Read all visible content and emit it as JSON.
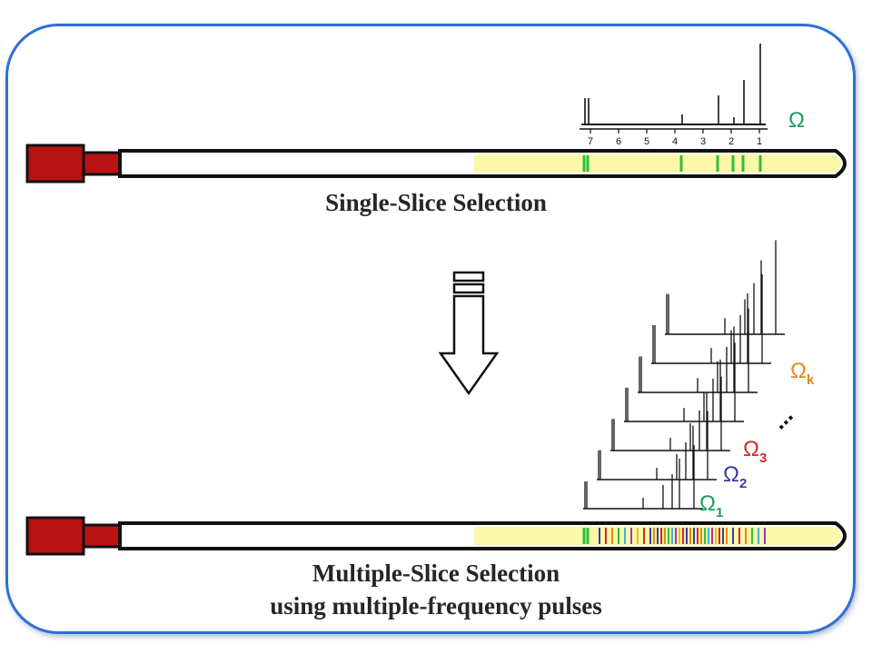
{
  "captions": {
    "single": "Single-Slice Selection",
    "multi_line1": "Multiple-Slice Selection",
    "multi_line2": "using multiple-frequency pulses"
  },
  "spectrum_top": {
    "axis_ticks": [
      "7",
      "6",
      "5",
      "4",
      "3",
      "2",
      "1"
    ],
    "omega": "Ω"
  },
  "omegas": [
    {
      "symbol": "Ω",
      "sub": "1",
      "color": "#1a9e5a"
    },
    {
      "symbol": "Ω",
      "sub": "2",
      "color": "#3a3aa8"
    },
    {
      "symbol": "Ω",
      "sub": "3",
      "color": "#d42a2a"
    },
    {
      "symbol": "Ω",
      "sub": "k",
      "color": "#e08a1c"
    }
  ],
  "ellipsis": "...",
  "colors": {
    "frame": "#2f6fd6",
    "tube_cap": "#b81212",
    "tube_fill": "#fbf7a8",
    "slice_green": "#2fbf3a"
  }
}
